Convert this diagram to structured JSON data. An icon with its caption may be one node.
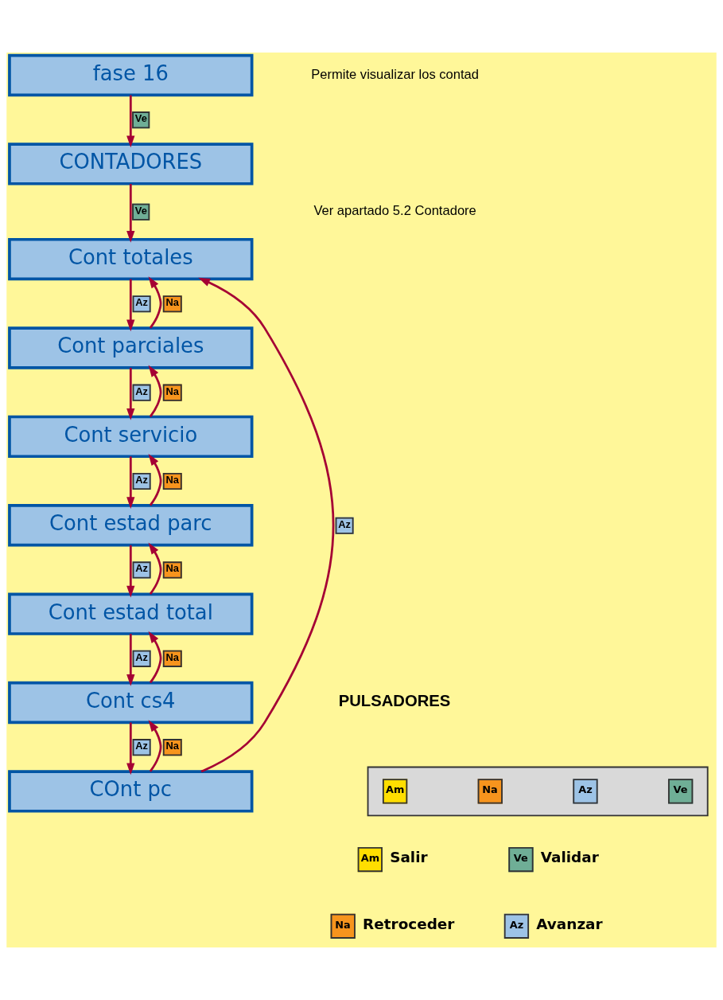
{
  "diagram": {
    "nodes": [
      {
        "text": [
          "fase 16"
        ]
      },
      {
        "text": [
          "CONTADORES"
        ]
      },
      {
        "text": [
          "Cont totales"
        ]
      },
      {
        "text": [
          "Cont parciales"
        ]
      },
      {
        "text": [
          "Cont servicio"
        ]
      },
      {
        "text": [
          "Cont estad parc"
        ]
      },
      {
        "text": [
          "Cont estad total"
        ]
      },
      {
        "text": [
          "Cont cs4"
        ]
      },
      {
        "text": [
          "COnt pc"
        ]
      },
      {
        "text": [],
        "shape": "bar"
      },
      {
        "text": [
          "Am"
        ],
        "in": 9
      },
      {
        "text": [
          "Na"
        ],
        "in": 9
      },
      {
        "text": [
          "Az"
        ],
        "in": 9
      },
      {
        "text": [
          "Ve"
        ],
        "in": 9
      },
      {
        "text": [
          "Am"
        ],
        "beside": [
          "Salir"
        ]
      },
      {
        "text": [
          "Ve"
        ],
        "beside": [
          "Validar"
        ]
      },
      {
        "text": [
          "Na"
        ],
        "beside": [
          "Retroceder"
        ]
      },
      {
        "text": [
          "Az"
        ],
        "beside": [
          "Avanzar"
        ]
      }
    ],
    "edges": [
      {
        "from": 0,
        "to": 1,
        "arrow": "to",
        "label": "Ve"
      },
      {
        "from": 1,
        "to": 2,
        "arrow": "to",
        "label": "Ve"
      },
      {
        "from": 2,
        "to": 3,
        "arrow": "to",
        "label": "Az"
      },
      {
        "from": 3,
        "to": 2,
        "arrow": "to",
        "label": "Na"
      },
      {
        "from": 3,
        "to": 4,
        "arrow": "to",
        "label": "Az"
      },
      {
        "from": 4,
        "to": 3,
        "arrow": "to",
        "label": "Na"
      },
      {
        "from": 4,
        "to": 5,
        "arrow": "to",
        "label": "Az"
      },
      {
        "from": 5,
        "to": 4,
        "arrow": "to",
        "label": "Na"
      },
      {
        "from": 5,
        "to": 6,
        "arrow": "to",
        "label": "Az"
      },
      {
        "from": 6,
        "to": 5,
        "arrow": "to",
        "label": "Na"
      },
      {
        "from": 6,
        "to": 7,
        "arrow": "to",
        "label": "Az"
      },
      {
        "from": 7,
        "to": 6,
        "arrow": "to",
        "label": "Na"
      },
      {
        "from": 7,
        "to": 8,
        "arrow": "to",
        "label": "Az"
      },
      {
        "from": 8,
        "to": 7,
        "arrow": "to",
        "label": "Na"
      },
      {
        "from": 8,
        "to": 2,
        "arrow": "to",
        "label": "Az"
      }
    ],
    "labels": [
      "Permite visualizar los contad",
      "Ver apartado 5.2 Contadore",
      "PULSADORES"
    ]
  }
}
